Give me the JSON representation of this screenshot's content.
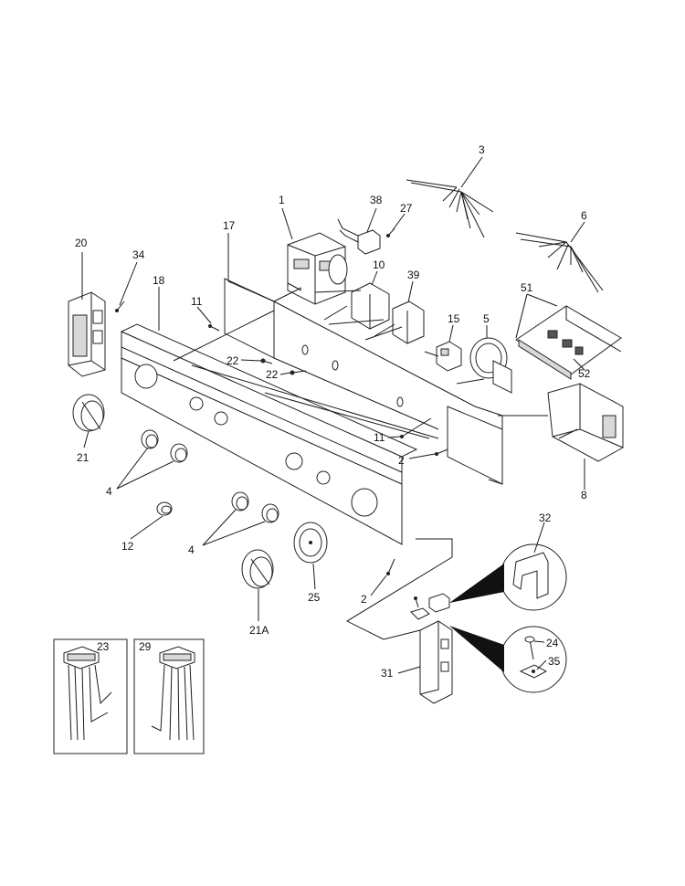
{
  "callouts": {
    "c1": "1",
    "c2a": "2",
    "c2b": "2",
    "c3": "3",
    "c4a": "4",
    "c4b": "4",
    "c5": "5",
    "c6": "6",
    "c8": "8",
    "c10": "10",
    "c11a": "11",
    "c11b": "11",
    "c12": "12",
    "c15": "15",
    "c17": "17",
    "c18": "18",
    "c20": "20",
    "c21": "21",
    "c21a": "21A",
    "c22a": "22",
    "c22b": "22",
    "c23": "23",
    "c24": "24",
    "c25": "25",
    "c27": "27",
    "c29": "29",
    "c31": "31",
    "c32": "32",
    "c34": "34",
    "c35": "35",
    "c38": "38",
    "c39": "39",
    "c51": "51",
    "c52": "52"
  }
}
